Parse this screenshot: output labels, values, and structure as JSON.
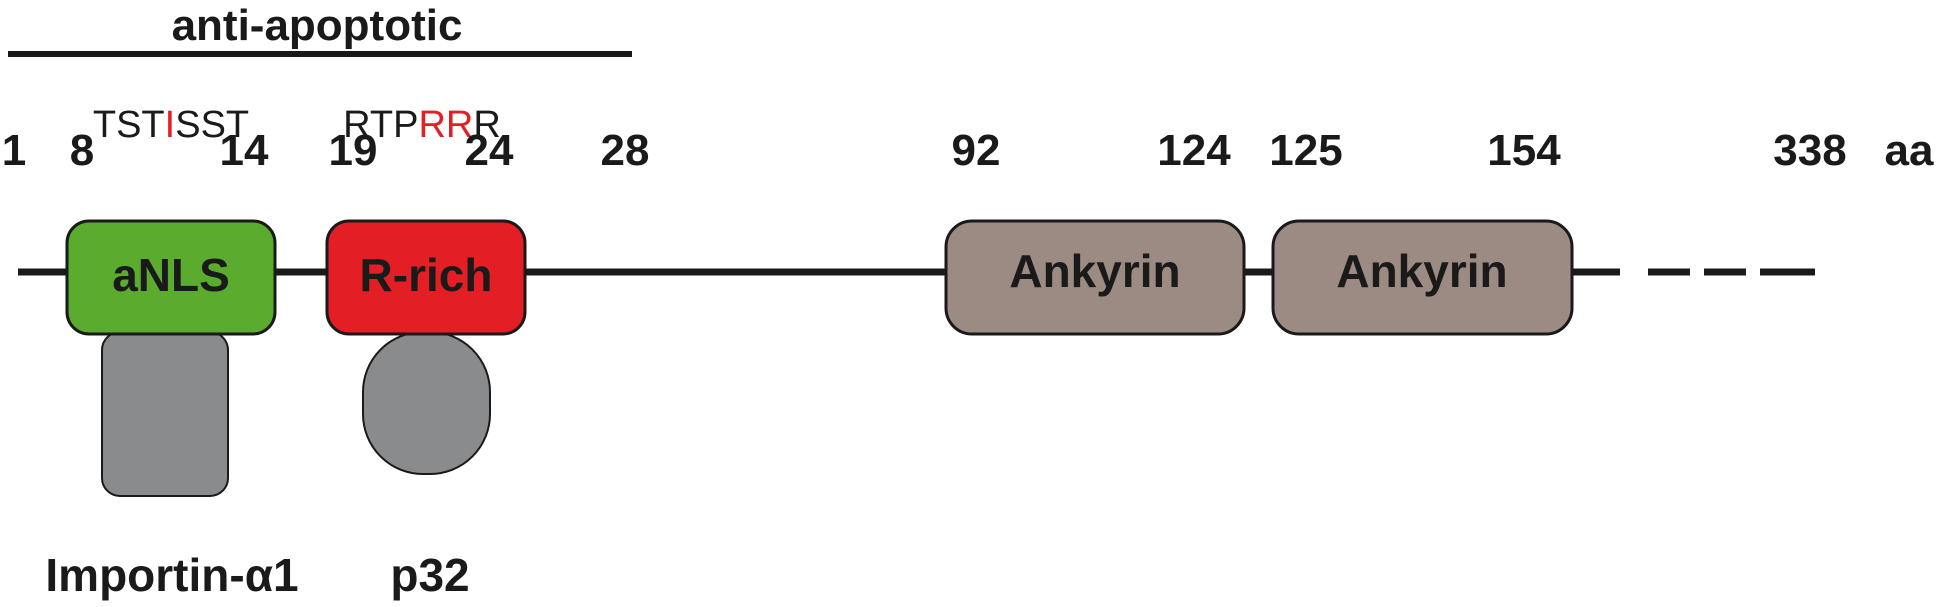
{
  "region_label": "anti-apoptotic",
  "sequences": {
    "anls": [
      {
        "text": "TST",
        "highlight": false
      },
      {
        "text": "I",
        "highlight": true
      },
      {
        "text": "SST",
        "highlight": false
      }
    ],
    "rrich": [
      {
        "text": "RTP",
        "highlight": false
      },
      {
        "text": "RR",
        "highlight": true
      },
      {
        "text": "R",
        "highlight": false
      }
    ]
  },
  "positions": {
    "p1": "1",
    "p8": "8",
    "p14": "14",
    "p19": "19",
    "p24": "24",
    "p28": "28",
    "p92": "92",
    "p124": "124",
    "p125": "125",
    "p154": "154",
    "p338": "338",
    "unit": "aa"
  },
  "domains": {
    "anls": "aNLS",
    "rrich": "R-rich",
    "ankyrin1": "Ankyrin",
    "ankyrin2": "Ankyrin"
  },
  "binding_partners": {
    "importin": "Importin-α1",
    "p32": "p32"
  },
  "colors": {
    "anls": "#5aab2e",
    "rrich": "#e31e24",
    "ankyrin": "#9c8b82",
    "partner": "#8a8b8c",
    "highlight": "#e31e24",
    "line": "#1a1a1a"
  }
}
